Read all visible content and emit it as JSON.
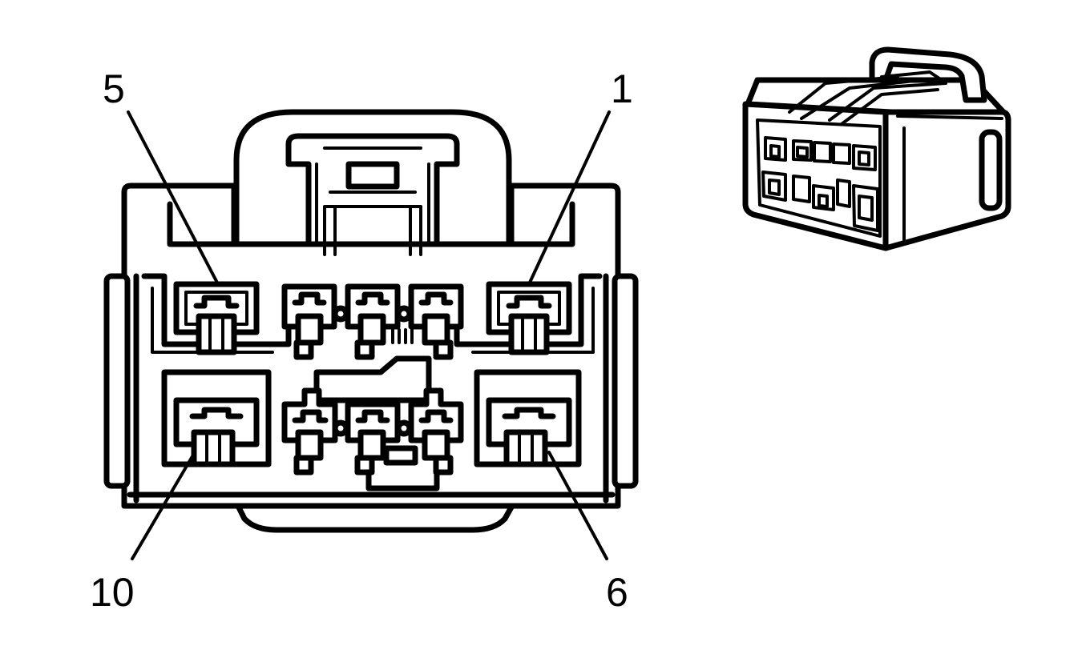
{
  "diagram": {
    "labels": {
      "pin_1": "1",
      "pin_5": "5",
      "pin_6": "6",
      "pin_10": "10"
    }
  }
}
